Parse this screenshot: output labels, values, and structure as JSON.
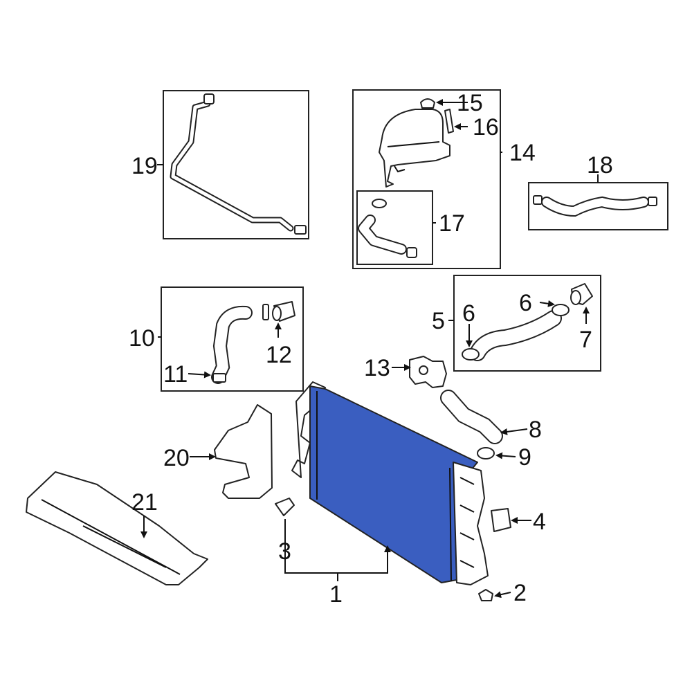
{
  "diagram": {
    "accent_color": "#3A5EC0",
    "callouts": {
      "c1": "1",
      "c2": "2",
      "c3": "3",
      "c4": "4",
      "c5": "5",
      "c6a": "6",
      "c6b": "6",
      "c7": "7",
      "c8": "8",
      "c9": "9",
      "c10": "10",
      "c11": "11",
      "c12": "12",
      "c13": "13",
      "c14": "14",
      "c15": "15",
      "c16": "16",
      "c17": "17",
      "c18": "18",
      "c19": "19",
      "c20": "20",
      "c21": "21"
    }
  }
}
